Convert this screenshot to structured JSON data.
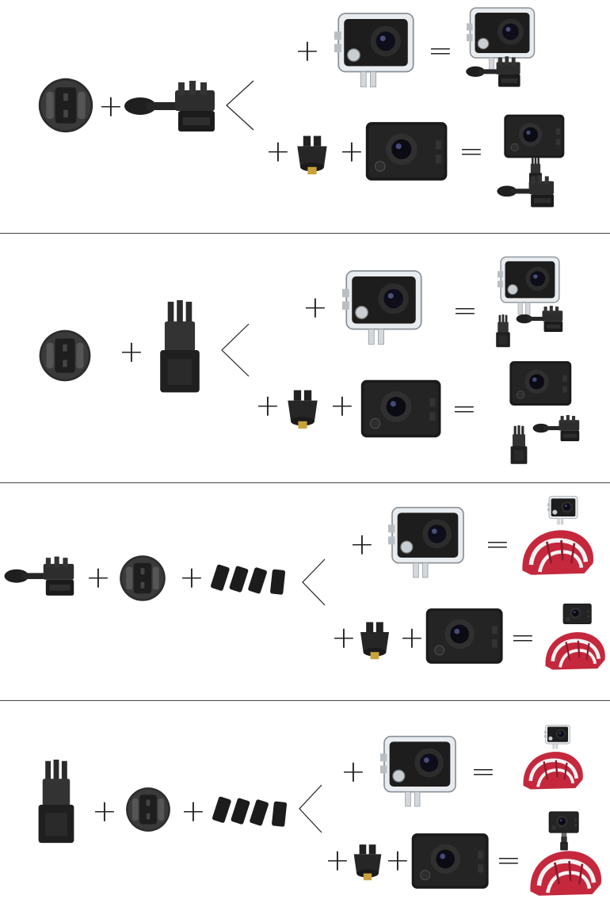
{
  "operators": {
    "plus": "+",
    "equals": "="
  },
  "sections": [
    {
      "base_parts": [
        "curved-adhesive-mount",
        "thumb-screw-buckle"
      ],
      "rows": [
        {
          "accessory": "waterproof-case-camera",
          "result": "camera-in-case-on-buckle-mount"
        },
        {
          "accessory": "tripod-adapter + bare-camera",
          "result": "bare-camera-on-buckle-mount"
        }
      ]
    },
    {
      "base_parts": [
        "flat-adhesive-mount",
        "vertical-j-hook-buckle"
      ],
      "rows": [
        {
          "accessory": "waterproof-case-camera",
          "result": "camera-in-case-on-j-hook"
        },
        {
          "accessory": "tripod-adapter + bare-camera",
          "result": "bare-camera-on-j-hook"
        }
      ]
    },
    {
      "base_parts": [
        "thumb-screw-buckle",
        "curved-adhesive-mount",
        "helmet-straps"
      ],
      "rows": [
        {
          "accessory": "waterproof-case-camera",
          "result": "camera-in-case-on-helmet"
        },
        {
          "accessory": "tripod-adapter + bare-camera",
          "result": "bare-camera-on-helmet"
        }
      ]
    },
    {
      "base_parts": [
        "vertical-j-hook-buckle",
        "curved-adhesive-mount",
        "helmet-straps"
      ],
      "rows": [
        {
          "accessory": "waterproof-case-camera",
          "result": "camera-in-case-on-helmet"
        },
        {
          "accessory": "tripod-adapter + bare-camera",
          "result": "bare-camera-on-helmet"
        }
      ]
    }
  ]
}
